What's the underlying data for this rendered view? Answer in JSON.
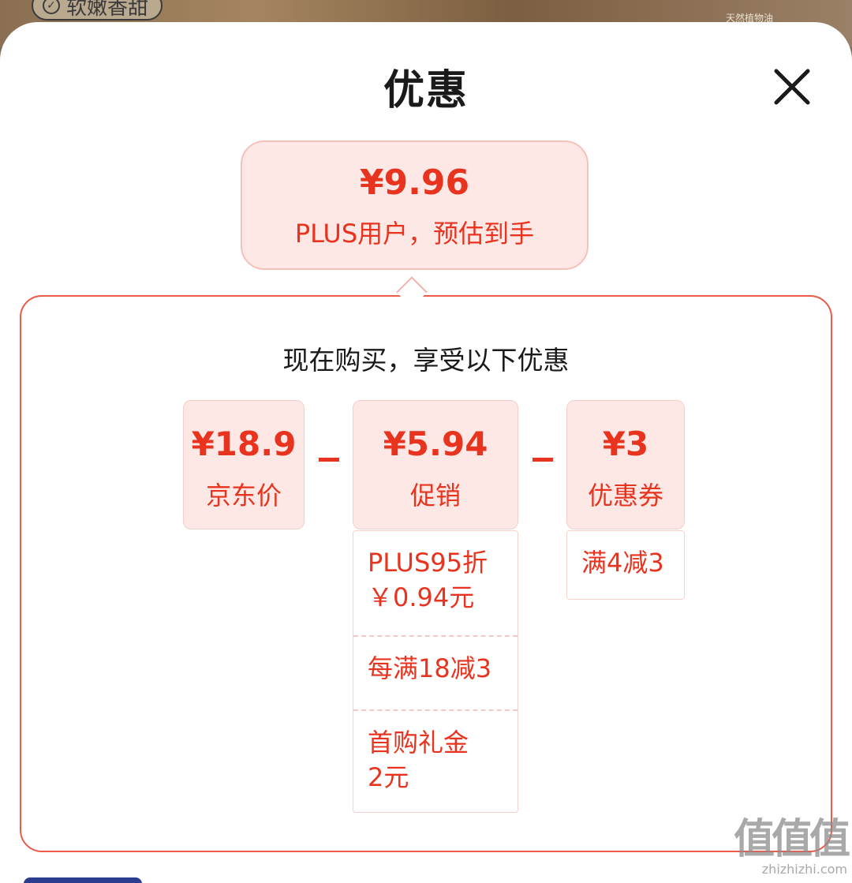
{
  "background": {
    "chip_label": "软嫩香甜",
    "tag_text": "天然植物油"
  },
  "sheet": {
    "title": "优惠",
    "close_icon": "close-icon"
  },
  "estimate": {
    "price": "¥9.96",
    "label": "PLUS用户，预估到手"
  },
  "breakdown": {
    "heading": "现在购买，享受以下优惠",
    "jd_price": {
      "amount": "¥18.9",
      "caption": "京东价"
    },
    "promotion": {
      "amount": "¥5.94",
      "caption": "促销",
      "details": [
        "PLUS95折\n￥0.94元",
        "每满18减3",
        "首购礼金\n2元"
      ]
    },
    "coupon": {
      "amount": "¥3",
      "caption": "优惠券",
      "details": [
        "满4减3"
      ]
    }
  },
  "watermark": {
    "big": "值值值",
    "small": "zhizhizhi.com"
  },
  "colors": {
    "accent": "#e8331f",
    "card_bg": "#fde8e6",
    "outline": "#ec5a48"
  }
}
